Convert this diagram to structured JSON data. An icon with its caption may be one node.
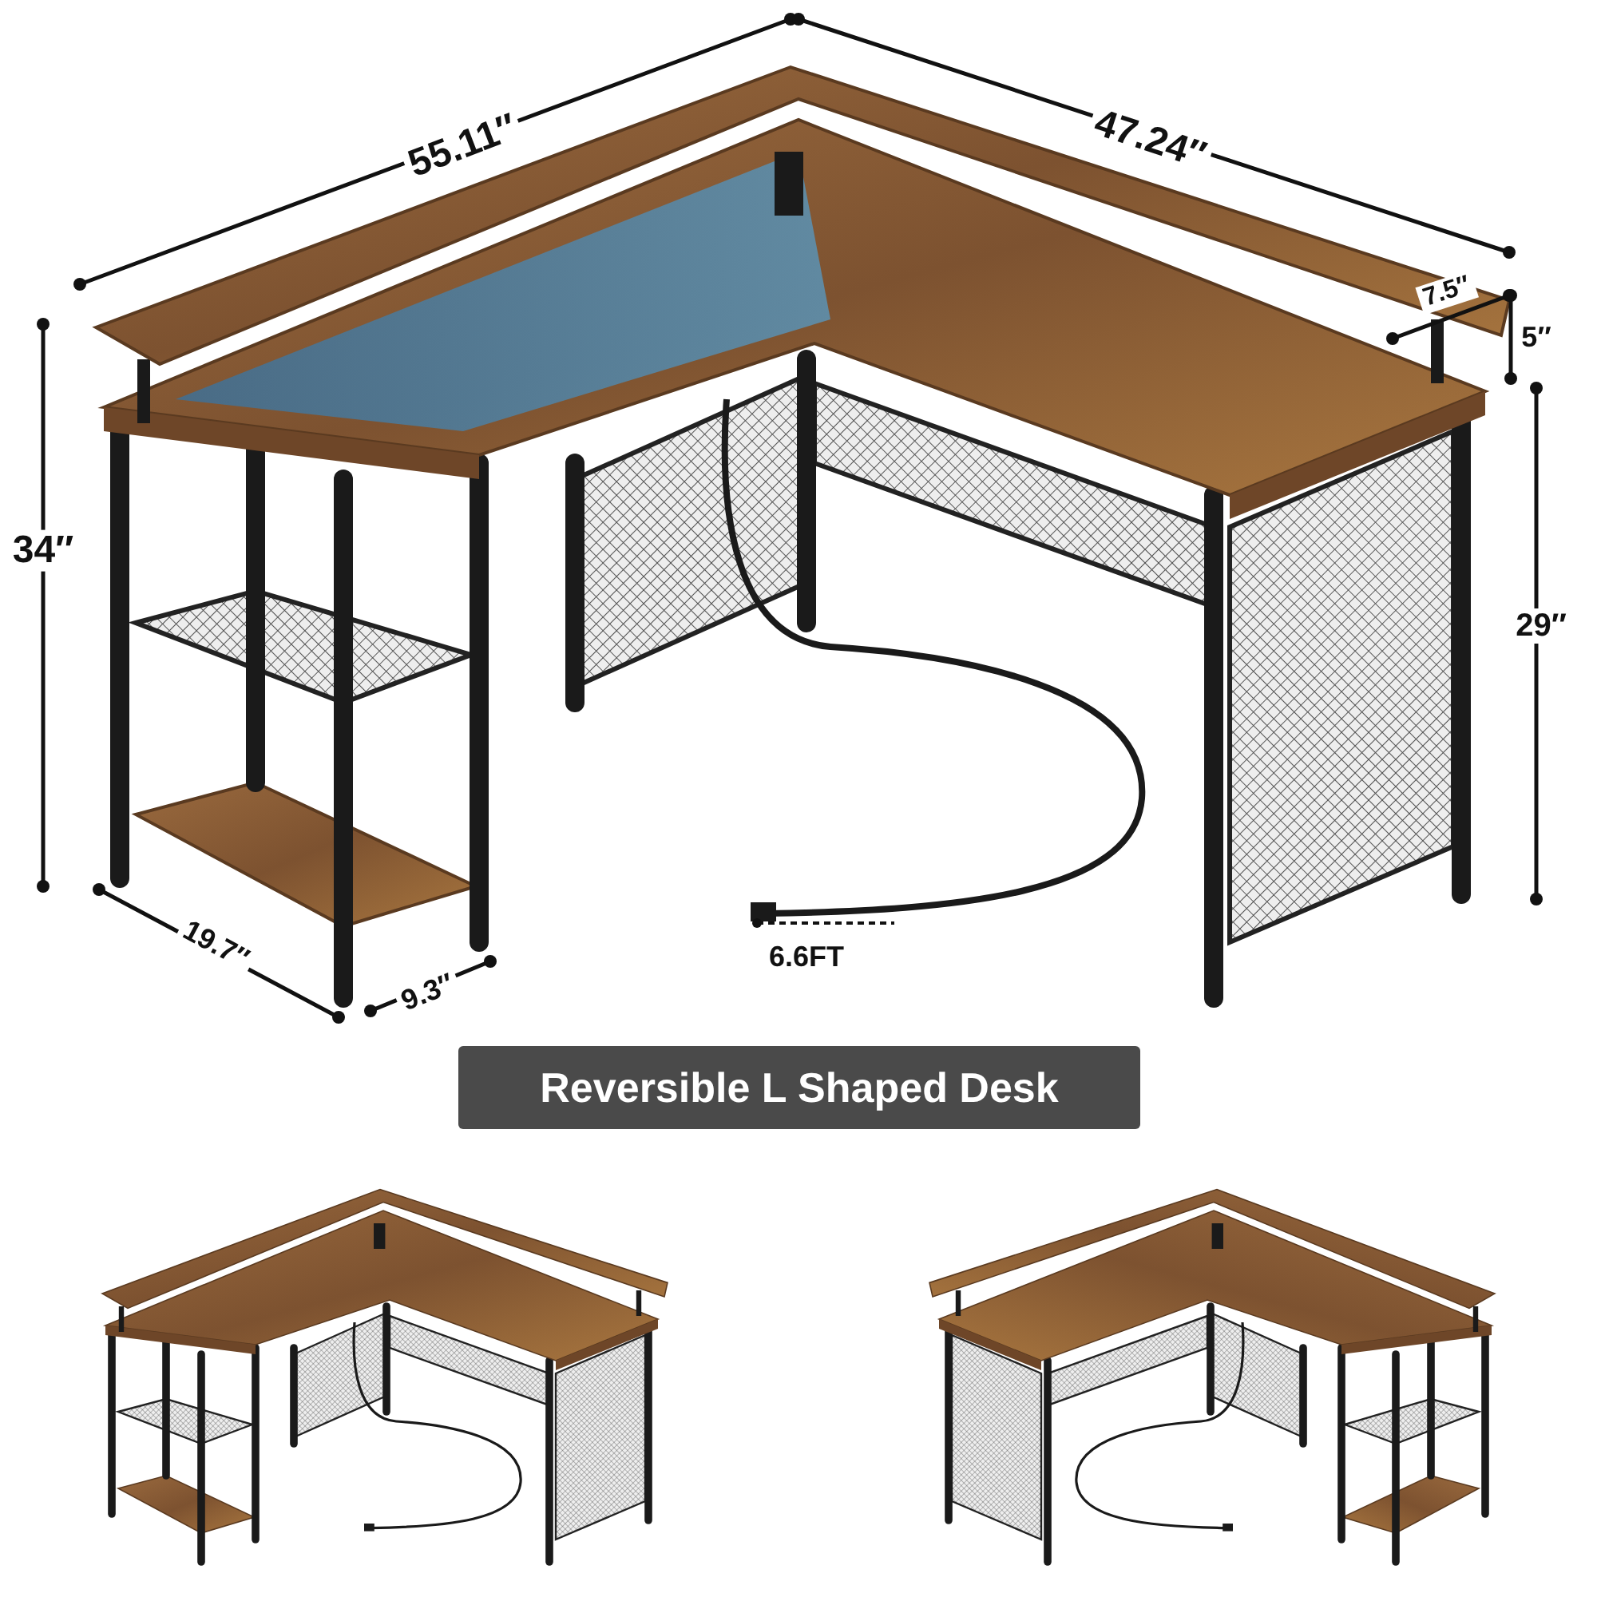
{
  "diagram": {
    "nodes": [
      {
        "text": [
          "Reversible L Shaped Desk"
        ]
      }
    ],
    "labels": [
      "55.11″",
      "47.24″",
      "7.5″",
      "5″",
      "34″",
      "29″",
      "19.7″",
      "9.3″",
      "6.6FT"
    ]
  }
}
